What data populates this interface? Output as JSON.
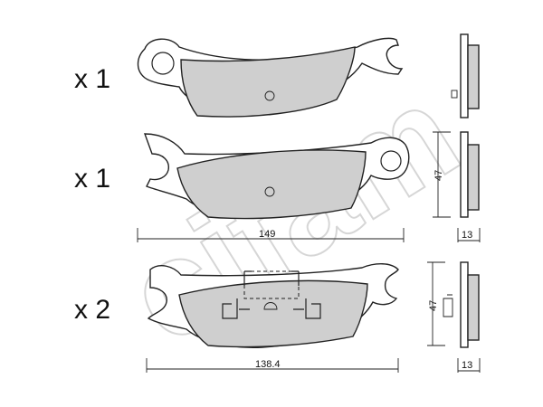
{
  "watermark": "cifam",
  "rows": [
    {
      "quantity": "x 1"
    },
    {
      "quantity": "x 1"
    },
    {
      "quantity": "x 2"
    }
  ],
  "dimensions": {
    "width_top": "149",
    "width_bottom": "138.4",
    "height_top": "47",
    "height_bottom": "47",
    "thickness_top": "13",
    "thickness_bottom": "13"
  },
  "colors": {
    "pad_fill": "#cfcfcf",
    "outline": "#222222",
    "watermark": "#d6d6d6"
  }
}
